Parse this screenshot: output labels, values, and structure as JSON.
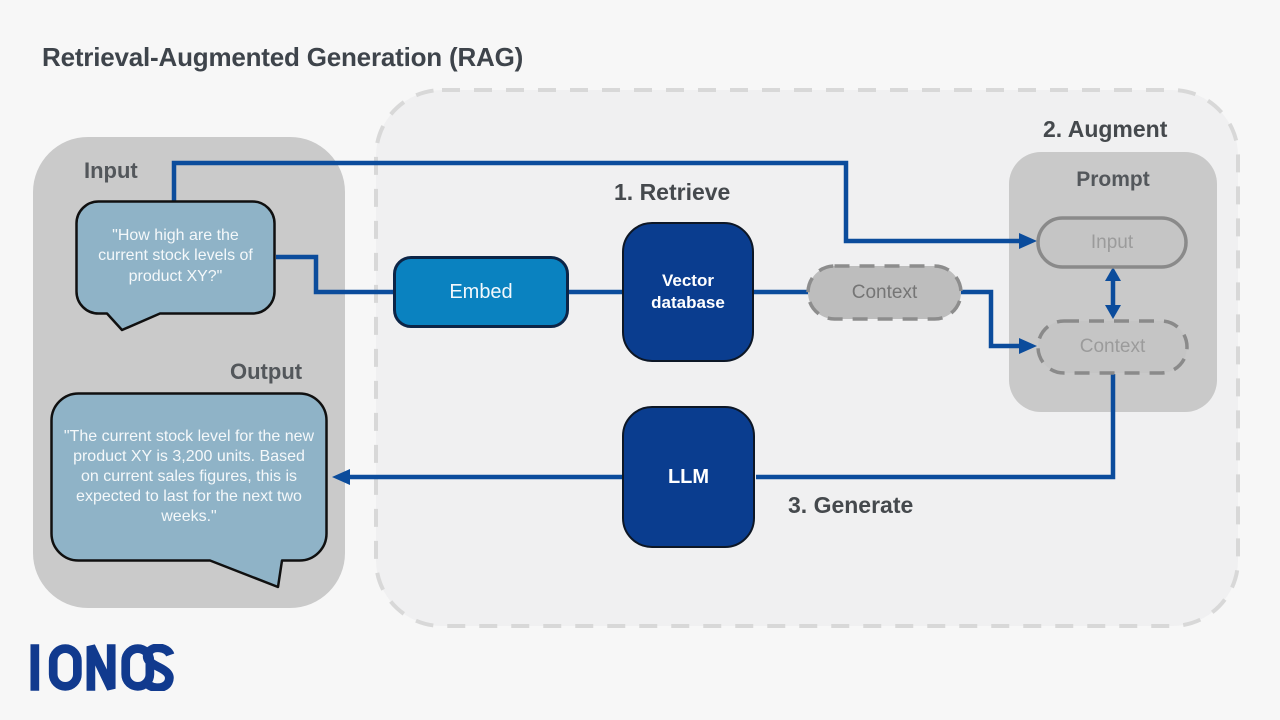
{
  "title": "Retrieval-Augmented Generation (RAG)",
  "panel": {
    "input_label": "Input",
    "output_label": "Output",
    "input_message": "\"How high are the current stock levels of product XY?\"",
    "output_message": "\"The current stock level for the new product XY is 3,200 units. Based on current sales figures, this is expected to last for the next two weeks.\""
  },
  "steps": {
    "retrieve": "1. Retrieve",
    "augment": "2. Augment",
    "generate": "3. Generate"
  },
  "nodes": {
    "embed": "Embed",
    "vector_db": "Vector database",
    "context": "Context",
    "llm": "LLM"
  },
  "prompt": {
    "label": "Prompt",
    "input": "Input",
    "context": "Context"
  },
  "logo": {
    "text": "IONOS"
  },
  "colors": {
    "line_blue": "#0b4c9c",
    "navy": "#0a3d8f",
    "azure": "#0a82c0",
    "bubble_blue": "#8fb3c7",
    "panel_gray": "#cacaca",
    "container_gray": "#f0f0f1",
    "logo_blue": "#113a8e",
    "text_dark": "#3e444b"
  }
}
